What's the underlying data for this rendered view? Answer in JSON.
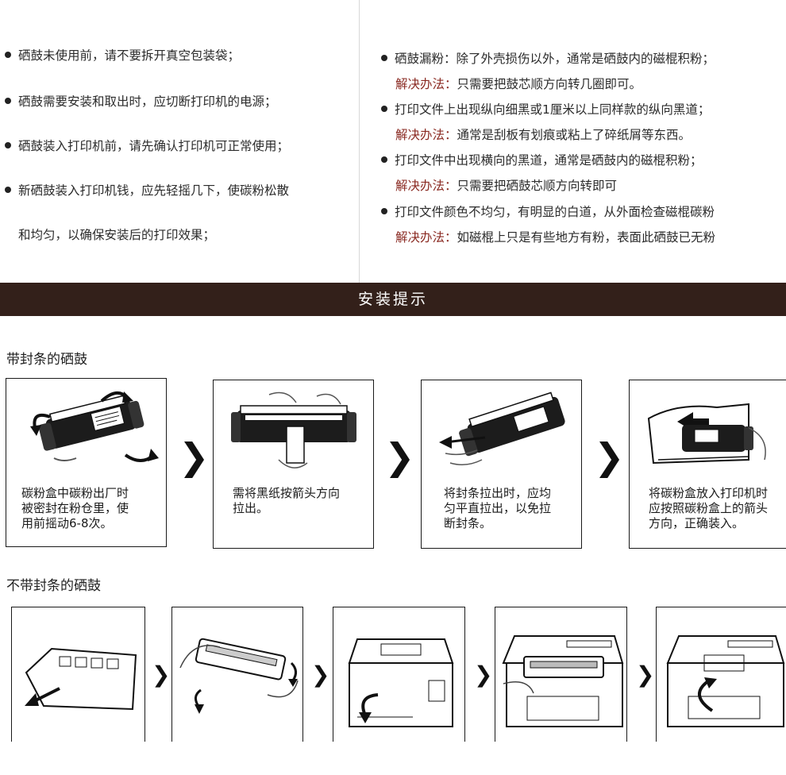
{
  "left_notes": [
    "硒鼓未使用前，请不要拆开真空包装袋；",
    "硒鼓需要安装和取出时，应切断打印机的电源；",
    "硒鼓装入打印机前，请先确认打印机可正常使用；",
    "新硒鼓装入打印机钱，应先轻摇几下，使碳粉松散",
    "和均匀，以确保安装后的打印效果；"
  ],
  "right_notes": [
    {
      "issue": "硒鼓漏粉：除了外壳损伤以外，通常是硒鼓内的磁棍积粉；",
      "label": "解决办法：",
      "solution": "只需要把鼓芯顺方向转几圈即可。"
    },
    {
      "issue": "打印文件上出现纵向细黑或1厘米以上同样款的纵向黑道；",
      "label": "解决办法：",
      "solution": "通常是刮板有划痕或粘上了碎纸屑等东西。"
    },
    {
      "issue": "打印文件中出现横向的黑道，通常是硒鼓内的磁棍积粉；",
      "label": "解决办法：",
      "solution": "只需要把硒鼓芯顺方向转即可"
    },
    {
      "issue": "打印文件颜色不均匀，有明显的白道，从外面检查磁棍碳粉",
      "label": "解决办法：",
      "solution": "如磁棍上只是有些地方有粉，表面此硒鼓已无粉"
    }
  ],
  "banner": "安装提示",
  "section1": {
    "title": "带封条的硒鼓",
    "steps": [
      {
        "lines": [
          "碳粉盒中碳粉出厂时",
          "被密封在粉仓里，使",
          "用前摇动6-8次。"
        ]
      },
      {
        "lines": [
          "需将黑纸按箭头方向",
          "拉出。"
        ]
      },
      {
        "lines": [
          "将封条拉出时，应均",
          "匀平直拉出，以免拉",
          "断封条。"
        ]
      },
      {
        "lines": [
          "将碳粉盒放入打印机时",
          "应按照碳粉盒上的箭头",
          "方向，正确装入。"
        ]
      }
    ]
  },
  "section2": {
    "title": "不带封条的硒鼓"
  },
  "arrow_glyph": "❯"
}
